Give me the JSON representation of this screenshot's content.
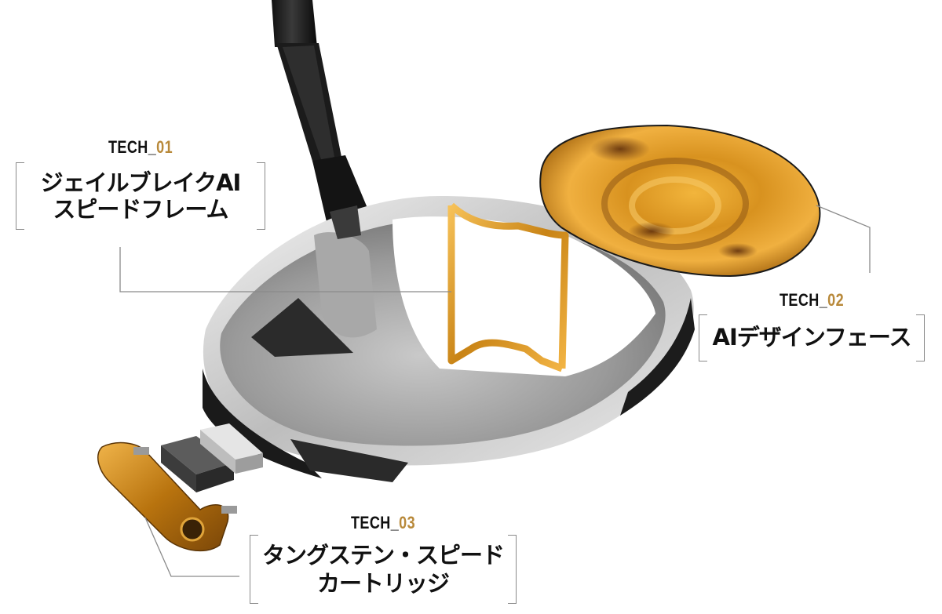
{
  "callouts": [
    {
      "prefix": "TECH_",
      "number": "01",
      "title_lines": [
        "ジェイルブレイクAI",
        "スピードフレーム"
      ]
    },
    {
      "prefix": "TECH_",
      "number": "02",
      "title_lines": [
        "AIデザインフェース"
      ]
    },
    {
      "prefix": "TECH_",
      "number": "03",
      "title_lines": [
        "タングステン・スピード",
        "カートリッジ"
      ]
    }
  ],
  "colors": {
    "accent_gold": "#b8893a",
    "text": "#111111",
    "leader_line": "#8a8a8a"
  }
}
